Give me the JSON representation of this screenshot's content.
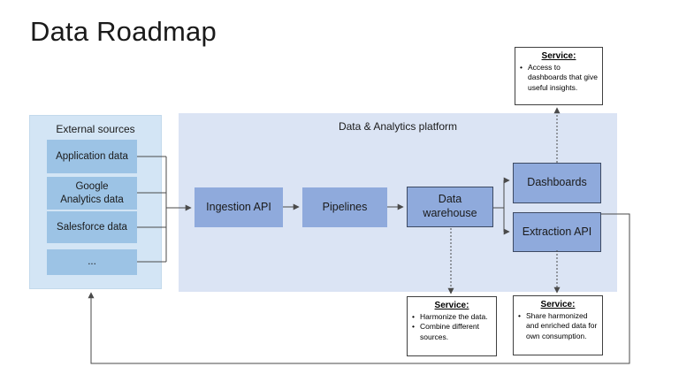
{
  "title": "Data Roadmap",
  "external_sources": {
    "label": "External sources",
    "items": [
      "Application data",
      "Google Analytics data",
      "Salesforce data",
      "..."
    ]
  },
  "platform": {
    "label": "Data & Analytics platform",
    "nodes": {
      "ingestion": "Ingestion API",
      "pipelines": "Pipelines",
      "warehouse": "Data warehouse",
      "dashboards": "Dashboards",
      "extraction": "Extraction API"
    }
  },
  "services": {
    "dashboards": {
      "heading": "Service:",
      "bullets": [
        "Access to dashboards that give useful insights."
      ]
    },
    "warehouse": {
      "heading": "Service:",
      "bullets": [
        "Harmonize the data.",
        "Combine different sources."
      ]
    },
    "extraction": {
      "heading": "Service:",
      "bullets": [
        "Share harmonized and enriched data for own consumption."
      ]
    }
  },
  "colors": {
    "external_fill": "#d3e5f5",
    "source_fill": "#9cc3e5",
    "platform_fill": "#dbe4f4",
    "node_fill": "#8faadc",
    "node_border": "#3d4a63",
    "line": "#4a4a4a",
    "service_border": "#404040",
    "text": "#1a1a1a"
  }
}
